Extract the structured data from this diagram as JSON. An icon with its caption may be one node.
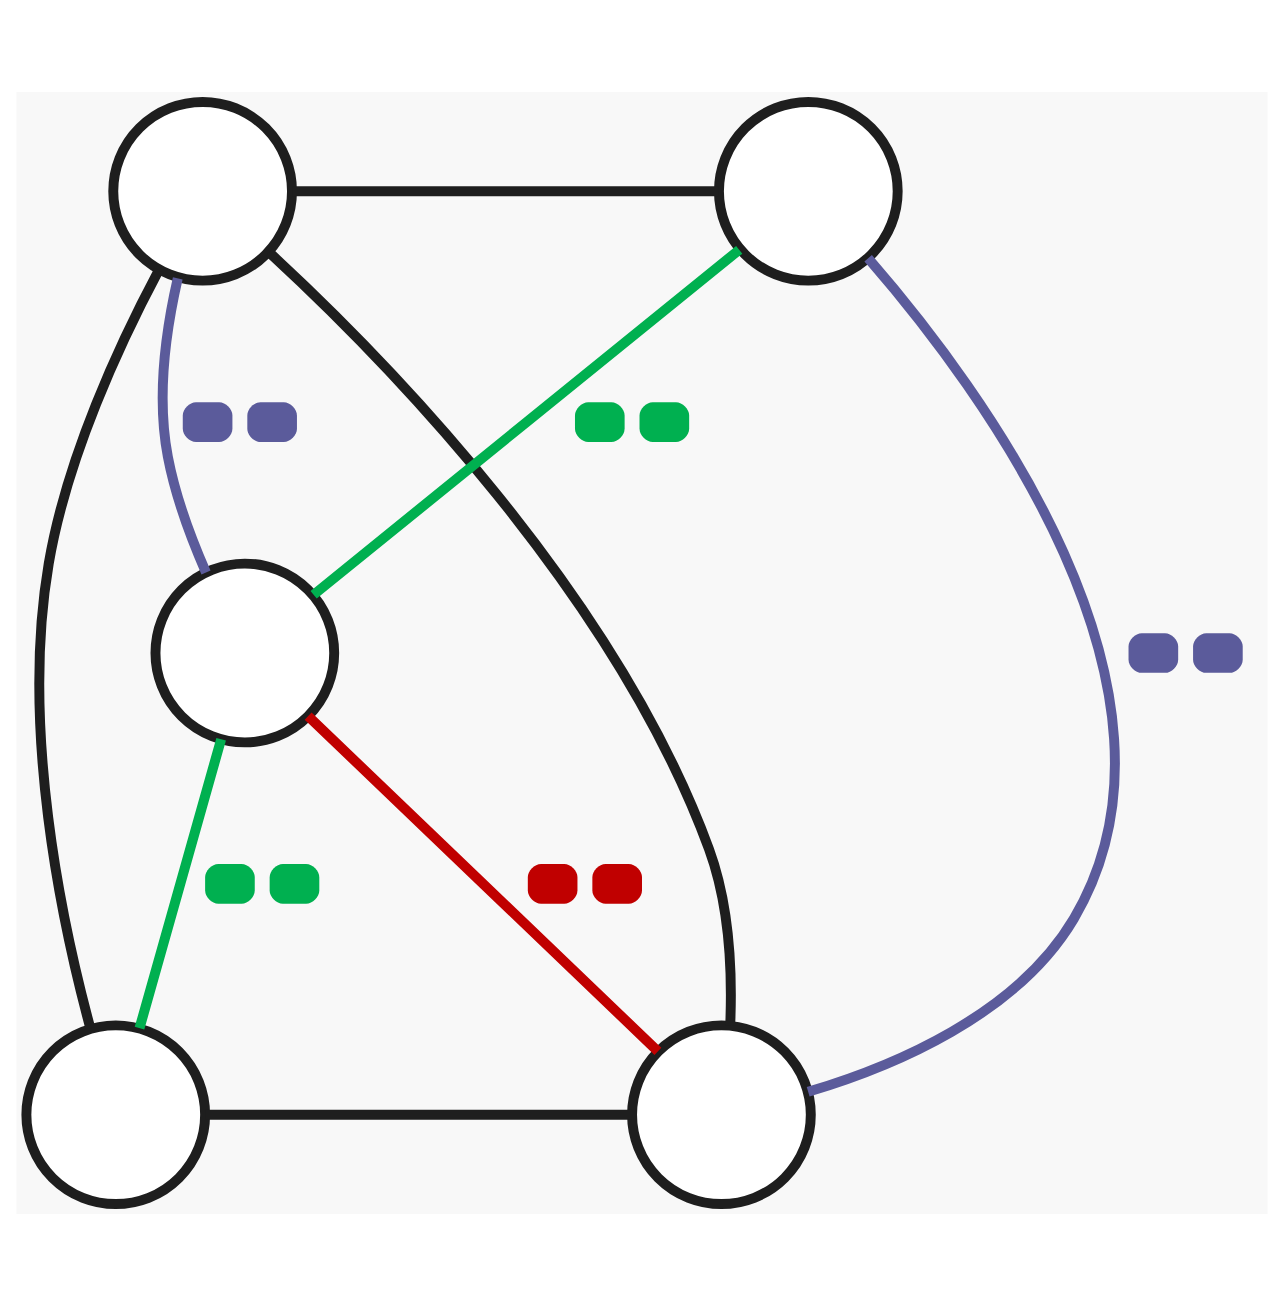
{
  "diagram": {
    "nodes": [
      {
        "text": [],
        "shape": "circle"
      },
      {
        "text": [],
        "shape": "circle"
      },
      {
        "text": [],
        "shape": "circle"
      },
      {
        "text": [],
        "shape": "circle"
      },
      {
        "text": [],
        "shape": "circle"
      }
    ],
    "edges": [
      {
        "from": 0,
        "to": 1,
        "arrow": "none"
      },
      {
        "from": 0,
        "to": 3,
        "arrow": "none"
      },
      {
        "from": 3,
        "to": 4,
        "arrow": "none"
      },
      {
        "from": 1,
        "to": 4,
        "arrow": "none",
        "color": "#5b5b9b"
      },
      {
        "from": 0,
        "to": 2,
        "arrow": "none",
        "color": "#5b5b9b"
      },
      {
        "from": 1,
        "to": 2,
        "arrow": "none",
        "color": "#00b050"
      },
      {
        "from": 3,
        "to": 2,
        "arrow": "none",
        "color": "#00b050"
      },
      {
        "from": 2,
        "to": 4,
        "arrow": "none",
        "color": "#c00000"
      },
      {
        "from": 0,
        "to": 4,
        "arrow": "none"
      }
    ]
  }
}
